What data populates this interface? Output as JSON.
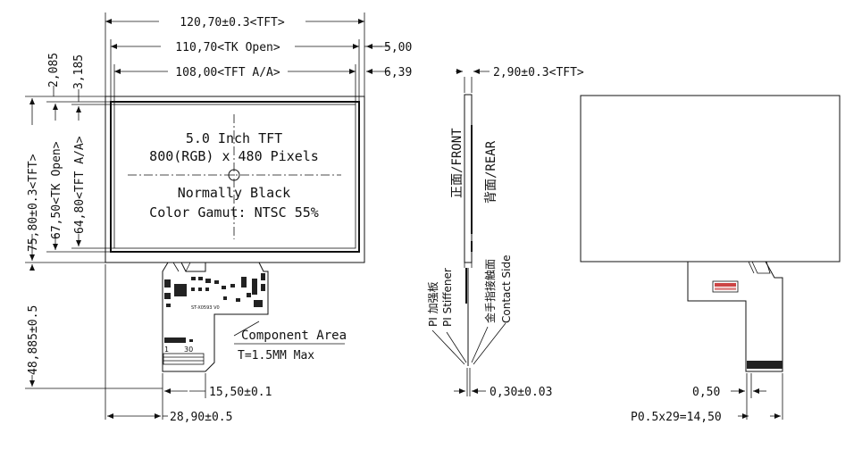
{
  "front_view": {
    "dim_total_width": "120,70±0.3<TFT>",
    "dim_tk_open_width": "110,70<TK Open>",
    "dim_aa_width": "108,00<TFT A/A>",
    "dim_right_offset_1": "5,00",
    "dim_right_offset_2": "6,39",
    "dim_top_offset_1": "2,085",
    "dim_top_offset_2": "3,185",
    "dim_total_height": "75,80±0.3<TFT>",
    "dim_tk_open_height": "67,50<TK Open>",
    "dim_aa_height": "64,80<TFT A/A>",
    "dim_fpc_length": "48,885±0.5",
    "dim_fpc_width": "15,50±0.1",
    "dim_fpc_offset": "28,90±0.5",
    "panel_line_1": "5.0 Inch TFT",
    "panel_line_2": "800(RGB) x 480 Pixels",
    "panel_line_3": "Normally Black",
    "panel_line_4": "Color Gamut: NTSC 55%",
    "component_area_label": "Component Area",
    "component_height_note": "T=1.5MM Max",
    "fpc_pin_start": "1",
    "fpc_pin_end": "30"
  },
  "side_view": {
    "dim_thickness": "2,90±0.3<TFT>",
    "front_label": "正面/FRONT",
    "rear_label": "背面/REAR",
    "stiffener_cn": "PI 加强板",
    "stiffener_en": "PI Stiffener",
    "contact_cn": "金手指接触面",
    "contact_en": "Contact Side",
    "dim_fpc_thickness": "0,30±0.03"
  },
  "rear_view": {
    "dim_pitch_gap": "0,50",
    "dim_pitch_total": "P0.5x29=14,50"
  }
}
